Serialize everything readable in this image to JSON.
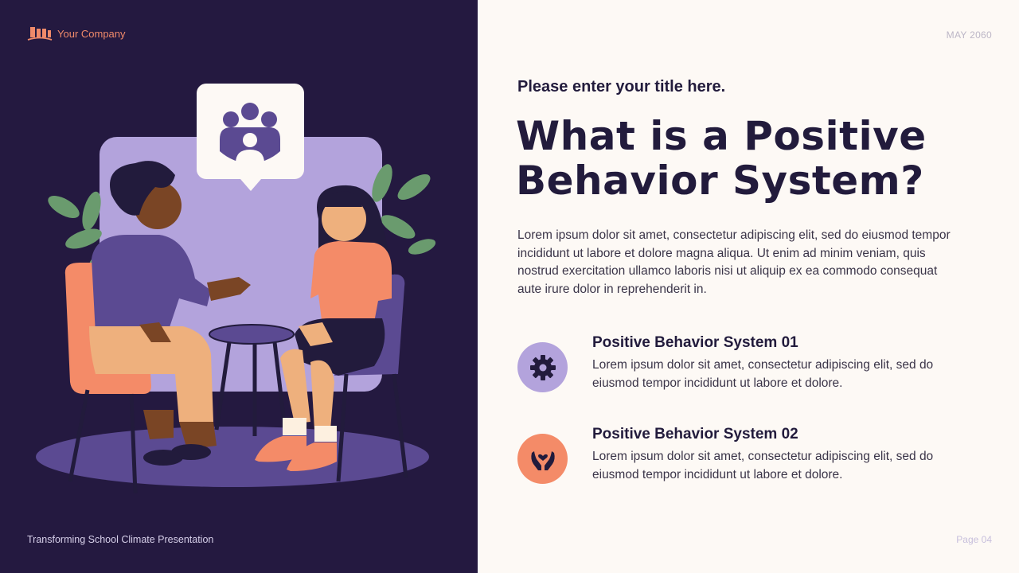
{
  "brand": {
    "name": "Your Company",
    "logo_icon": "building-columns-icon",
    "color": "#f08a6a"
  },
  "header": {
    "date": "MAY 2060"
  },
  "footer": {
    "presentation_title": "Transforming School Climate Presentation",
    "page": "Page 04"
  },
  "content": {
    "subtitle": "Please enter your title here.",
    "title_lines": [
      "What is a Positive",
      "Behavior System?"
    ],
    "intro": "Lorem ipsum dolor sit amet, consectetur adipiscing elit, sed do eiusmod tempor incididunt ut labore et dolore magna aliqua. Ut enim ad minim veniam, quis nostrud exercitation ullamco laboris nisi ut aliquip ex ea commodo consequat aute irure dolor in reprehenderit in.",
    "features": [
      {
        "title": "Positive Behavior System 01",
        "text": "Lorem ipsum dolor sit amet, consectetur adipiscing elit, sed do eiusmod tempor incididunt ut labore et dolore.",
        "icon": "gear-icon",
        "icon_bg": "#b3a3dc"
      },
      {
        "title": "Positive Behavior System 02",
        "text": "Lorem ipsum dolor sit amet, consectetur adipiscing elit, sed do eiusmod tempor incididunt ut labore et dolore.",
        "icon": "hands-heart-icon",
        "icon_bg": "#f48b68"
      }
    ]
  },
  "illustration": {
    "description": "Counselor and student sitting in chairs talking",
    "bubble_icon": "group-people-icon"
  },
  "colors": {
    "dark": "#241940",
    "cream": "#fdf9f5",
    "lavender": "#b3a3dc",
    "purple": "#5b4a92",
    "coral": "#f48b68",
    "text": "#221b3c"
  }
}
